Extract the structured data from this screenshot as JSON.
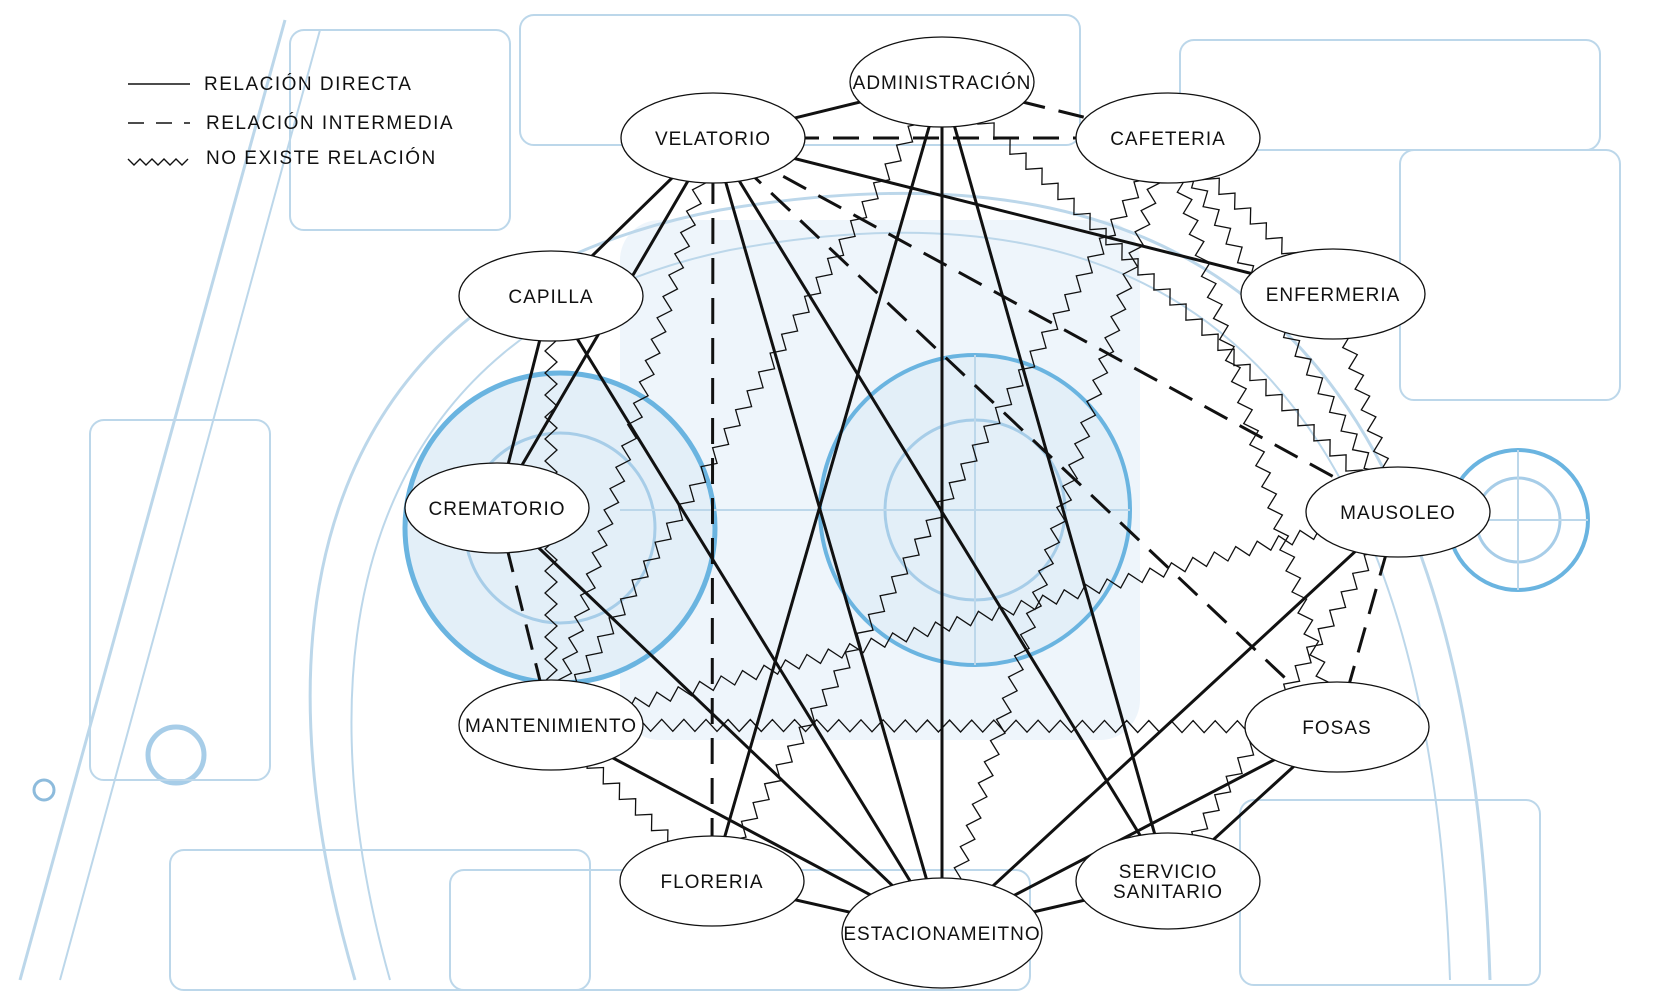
{
  "legend": {
    "direct": "RELACIÓN DIRECTA",
    "intermediate": "RELACIÓN INTERMEDIA",
    "none": "NO EXISTE RELACIÓN"
  },
  "nodes": {
    "administracion": "ADMINISTRACIÓN",
    "velatorio": "VELATORIO",
    "cafeteria": "CAFETERIA",
    "capilla": "CAPILLA",
    "enfermeria": "ENFERMERIA",
    "crematorio": "CREMATORIO",
    "mausoleo": "MAUSOLEO",
    "mantenimiento": "MANTENIMIENTO",
    "fosas": "FOSAS",
    "floreria": "FLORERIA",
    "estacionamiento": "ESTACIONAMEITNO",
    "servicio_l1": "SERVICIO",
    "servicio_l2": "SANITARIO"
  },
  "colors": {
    "background": "#ffffff",
    "plan_lines": "#bcd7ea",
    "plan_accent": "#6ab4e0",
    "plan_fill": "#e3eff8",
    "line": "#111111",
    "node_fill": "#ffffff",
    "node_stroke": "#111111"
  },
  "relations": [
    {
      "from": "velatorio",
      "to": "administracion",
      "type": "direct"
    },
    {
      "from": "velatorio",
      "to": "capilla",
      "type": "direct"
    },
    {
      "from": "velatorio",
      "to": "cafeteria",
      "type": "intermediate"
    },
    {
      "from": "velatorio",
      "to": "enfermeria",
      "type": "direct"
    },
    {
      "from": "velatorio",
      "to": "mausoleo",
      "type": "intermediate"
    },
    {
      "from": "velatorio",
      "to": "fosas",
      "type": "intermediate"
    },
    {
      "from": "velatorio",
      "to": "crematorio",
      "type": "direct"
    },
    {
      "from": "velatorio",
      "to": "floreria",
      "type": "intermediate"
    },
    {
      "from": "velatorio",
      "to": "estacionamiento",
      "type": "direct"
    },
    {
      "from": "velatorio",
      "to": "servicio",
      "type": "direct"
    },
    {
      "from": "velatorio",
      "to": "mantenimiento",
      "type": "none"
    },
    {
      "from": "administracion",
      "to": "cafeteria",
      "type": "intermediate"
    },
    {
      "from": "administracion",
      "to": "estacionamiento",
      "type": "direct"
    },
    {
      "from": "administracion",
      "to": "floreria",
      "type": "direct"
    },
    {
      "from": "administracion",
      "to": "servicio",
      "type": "direct"
    },
    {
      "from": "administracion",
      "to": "mausoleo",
      "type": "none"
    },
    {
      "from": "administracion",
      "to": "mantenimiento",
      "type": "none"
    },
    {
      "from": "cafeteria",
      "to": "enfermeria",
      "type": "none"
    },
    {
      "from": "cafeteria",
      "to": "mausoleo",
      "type": "none"
    },
    {
      "from": "cafeteria",
      "to": "fosas",
      "type": "none"
    },
    {
      "from": "cafeteria",
      "to": "floreria",
      "type": "none"
    },
    {
      "from": "cafeteria",
      "to": "estacionamiento",
      "type": "none"
    },
    {
      "from": "enfermeria",
      "to": "mausoleo",
      "type": "none"
    },
    {
      "from": "capilla",
      "to": "crematorio",
      "type": "direct"
    },
    {
      "from": "capilla",
      "to": "estacionamiento",
      "type": "direct"
    },
    {
      "from": "capilla",
      "to": "mantenimiento",
      "type": "none"
    },
    {
      "from": "crematorio",
      "to": "mantenimiento",
      "type": "intermediate"
    },
    {
      "from": "crematorio",
      "to": "estacionamiento",
      "type": "direct"
    },
    {
      "from": "mausoleo",
      "to": "fosas",
      "type": "intermediate"
    },
    {
      "from": "mausoleo",
      "to": "estacionamiento",
      "type": "direct"
    },
    {
      "from": "mausoleo",
      "to": "servicio",
      "type": "none"
    },
    {
      "from": "mausoleo",
      "to": "mantenimiento",
      "type": "none"
    },
    {
      "from": "mantenimiento",
      "to": "floreria",
      "type": "none"
    },
    {
      "from": "mantenimiento",
      "to": "estacionamiento",
      "type": "direct"
    },
    {
      "from": "mantenimiento",
      "to": "fosas",
      "type": "none"
    },
    {
      "from": "fosas",
      "to": "servicio",
      "type": "direct"
    },
    {
      "from": "fosas",
      "to": "estacionamiento",
      "type": "direct"
    },
    {
      "from": "floreria",
      "to": "estacionamiento",
      "type": "direct"
    },
    {
      "from": "estacionamiento",
      "to": "servicio",
      "type": "direct"
    }
  ]
}
